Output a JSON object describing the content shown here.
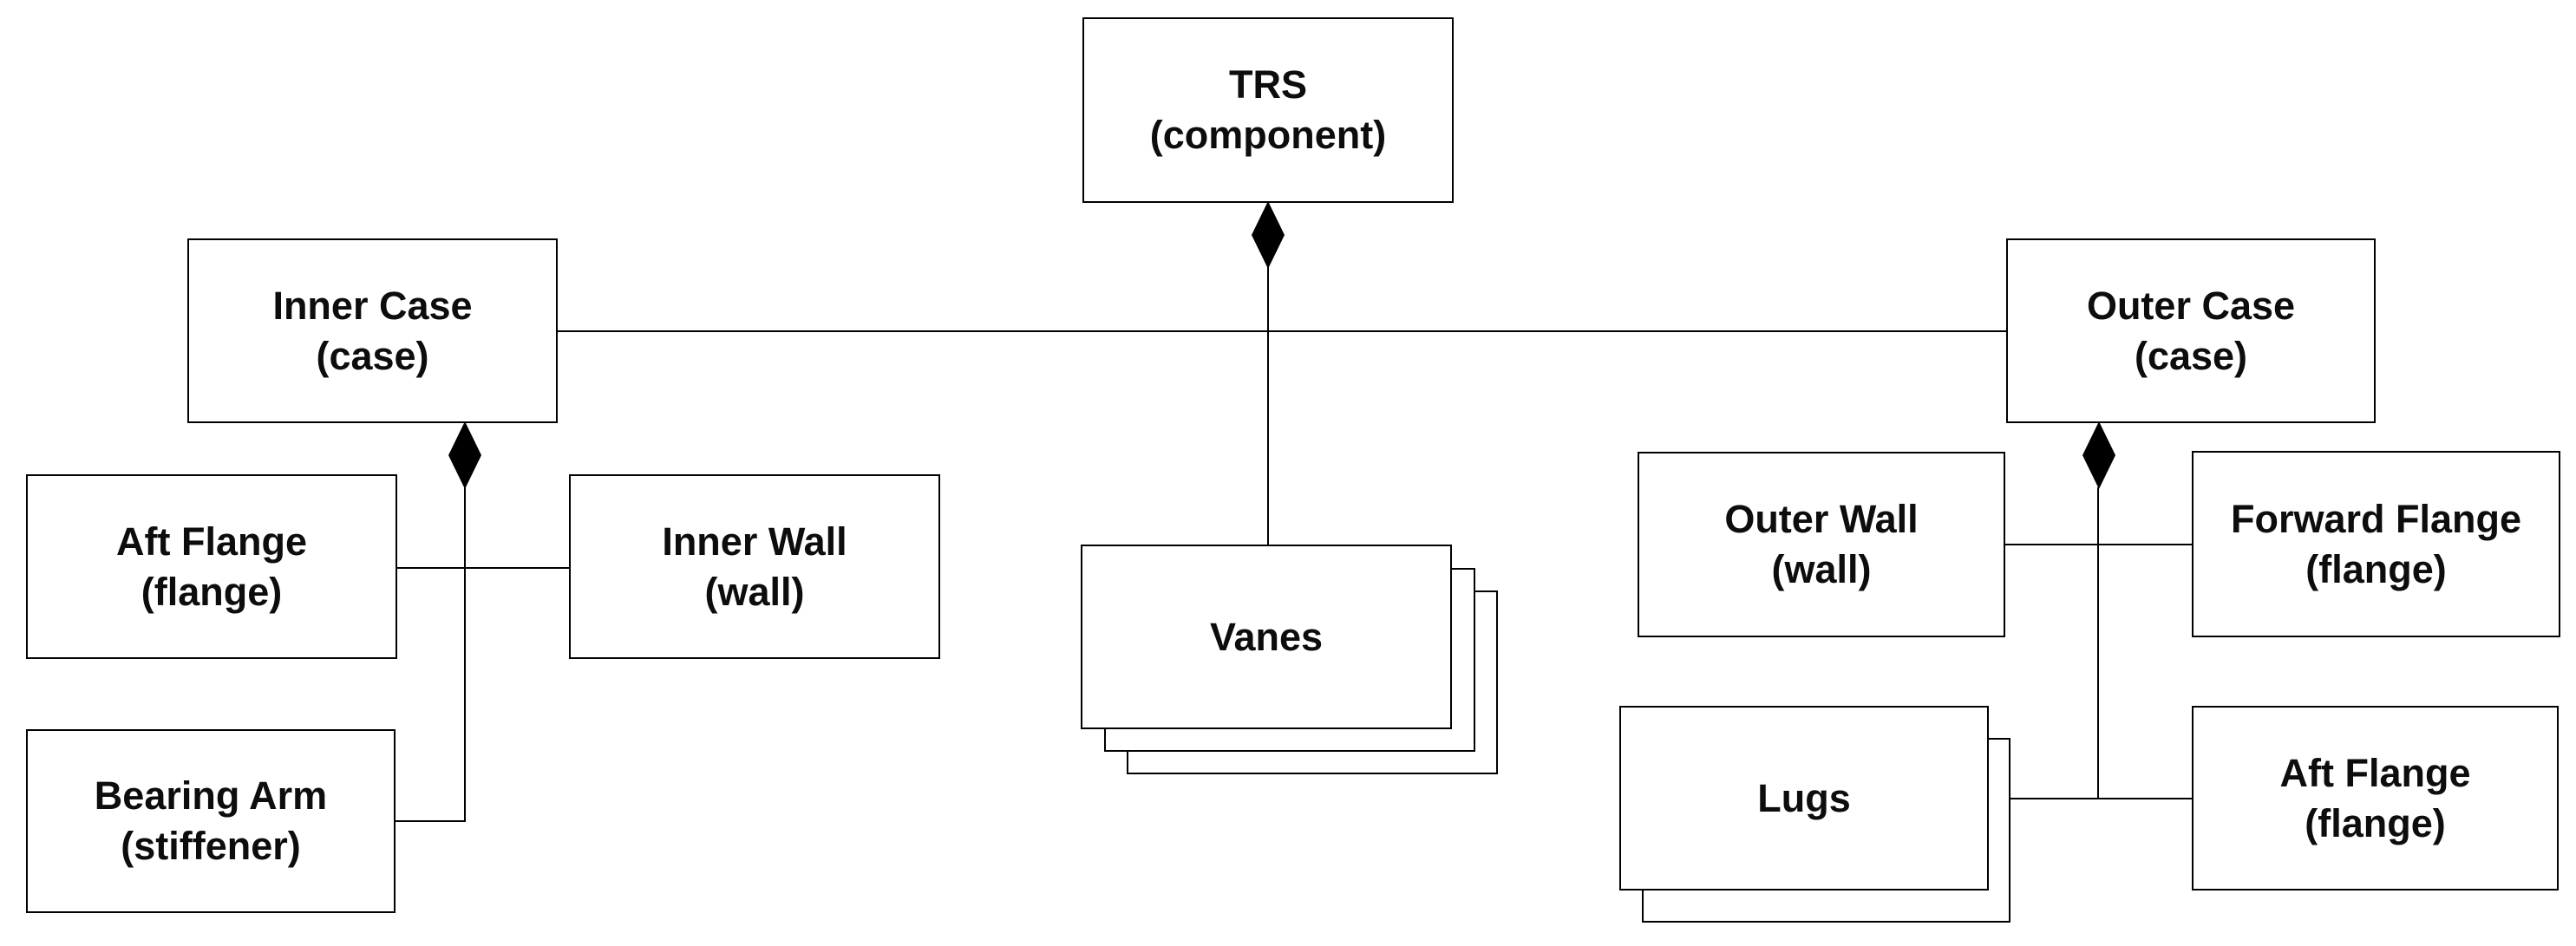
{
  "diagram": {
    "kind": "composition-hierarchy-diagram",
    "colors": {
      "background": "#ffffff",
      "shape_border": "#000000",
      "connector": "#000000",
      "diamond_fill": "#000000",
      "text": "#0d0d0d"
    },
    "nodes": {
      "trs": {
        "line1": "TRS",
        "line2": "(component)",
        "multiple": false
      },
      "inner_case": {
        "line1": "Inner Case",
        "line2": "(case)",
        "multiple": false
      },
      "outer_case": {
        "line1": "Outer Case",
        "line2": "(case)",
        "multiple": false
      },
      "aft_flange_inner": {
        "line1": "Aft Flange",
        "line2": "(flange)",
        "multiple": false
      },
      "inner_wall": {
        "line1": "Inner Wall",
        "line2": "(wall)",
        "multiple": false
      },
      "bearing_arm": {
        "line1": "Bearing Arm",
        "line2": "(stiffener)",
        "multiple": false
      },
      "vanes": {
        "line1": "Vanes",
        "line2": "",
        "multiple": true
      },
      "outer_wall": {
        "line1": "Outer Wall",
        "line2": "(wall)",
        "multiple": false
      },
      "forward_flange": {
        "line1": "Forward Flange",
        "line2": "(flange)",
        "multiple": false
      },
      "lugs": {
        "line1": "Lugs",
        "line2": "",
        "multiple": true
      },
      "aft_flange_outer": {
        "line1": "Aft Flange",
        "line2": "(flange)",
        "multiple": false
      }
    },
    "relations": [
      {
        "kind": "composition",
        "parent": "TRS (component)",
        "children": [
          "Inner Case (case)",
          "Vanes",
          "Outer Case (case)"
        ]
      },
      {
        "kind": "composition",
        "parent": "Inner Case (case)",
        "children": [
          "Aft Flange (flange)",
          "Inner Wall (wall)",
          "Bearing Arm (stiffener)"
        ]
      },
      {
        "kind": "composition",
        "parent": "Outer Case (case)",
        "children": [
          "Outer Wall (wall)",
          "Forward Flange (flange)",
          "Lugs",
          "Aft Flange (flange)"
        ]
      }
    ]
  }
}
